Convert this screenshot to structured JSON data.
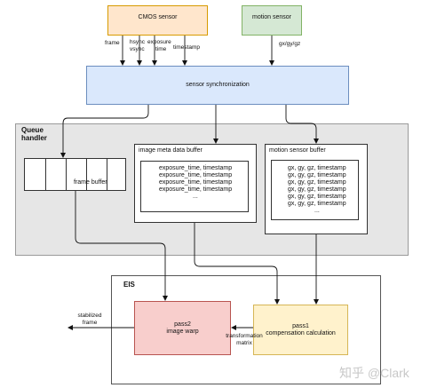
{
  "nodes": {
    "cmos": "CMOS sensor",
    "motion": "motion sensor",
    "sync": "sensor  synchronization",
    "queue": "Queue\nhandler",
    "frame_buffer": "frame buffer",
    "meta_title": "image meta data buffer",
    "meta_lines": [
      "exposure_time, timestamp",
      "exposure_time, timestamp",
      "exposure_time, timestamp",
      "exposure_time, timestamp",
      "..."
    ],
    "motion_buf_title": "motion sensor buffer",
    "motion_lines": [
      "gx, gy, gz, timestamp",
      "gx, gy, gz, timestamp",
      "gx, gy, gz, timestamp",
      "gx, gy, gz, timestamp",
      "gx, gy, gz, timestamp",
      "gx, gy, gz, timestamp",
      "..."
    ],
    "eis": "EIS",
    "pass2_line1": "pass2",
    "pass2_line2": "image warp",
    "pass1_line1": "pass1",
    "pass1_line2": "compensation  calculation"
  },
  "labels": {
    "frame": "frame",
    "hsync": "hsync",
    "vsync": "vsync",
    "exposure": "exposure",
    "time": "time",
    "timestamp": "timestamp",
    "gxgygz": "gx/gy/gz",
    "stabilized1": "stabilized",
    "stabilized2": "frame",
    "transformation1": "transformation",
    "transformation2": "matrix"
  },
  "watermark": "知乎 @Clark",
  "colors": {
    "cmos_fill": "#FFE6CC",
    "cmos_border": "#D79B00",
    "motion_fill": "#D5E8D4",
    "motion_border": "#82B366",
    "sync_fill": "#DAE8FC",
    "sync_border": "#6C8EBF",
    "queue_fill": "#E6E6E6",
    "pass2_fill": "#F8CECC",
    "pass2_border": "#B85450",
    "pass1_fill": "#FFF2CC",
    "pass1_border": "#D6B656"
  }
}
